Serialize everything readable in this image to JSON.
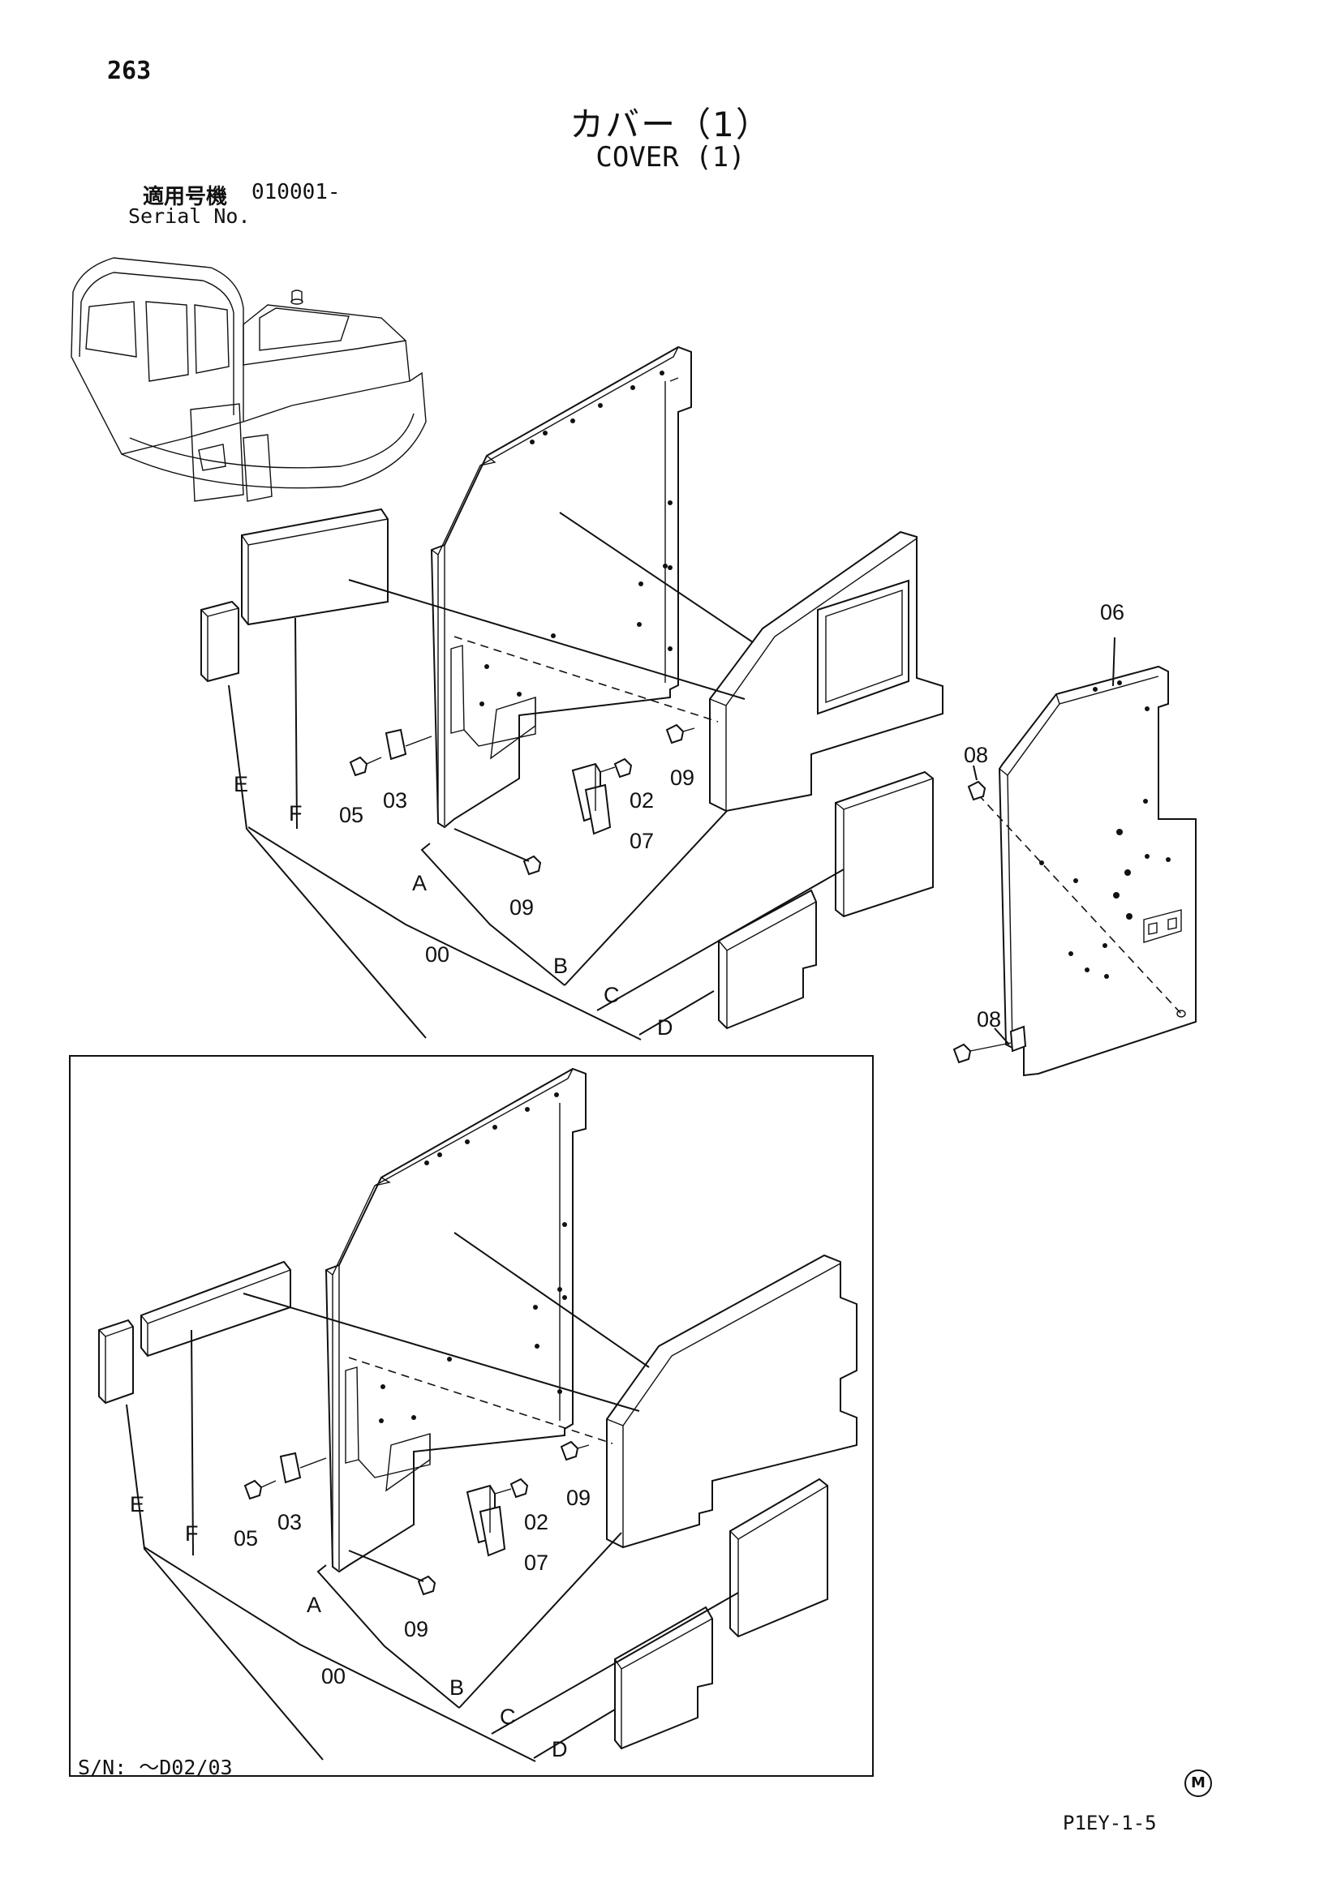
{
  "header": {
    "page_number": "263",
    "title_ja": "カバー（1）",
    "title_en": "COVER (1)",
    "serial_label_ja": "適用号機",
    "serial_value": "010001-",
    "serial_label_en": "Serial No."
  },
  "diagram_top": {
    "labels": {
      "e": "E",
      "f": "F",
      "a": "A",
      "b": "B",
      "c": "C",
      "d": "D",
      "p00": "00",
      "p02": "02",
      "p03": "03",
      "p05": "05",
      "p06": "06",
      "p07": "07",
      "p08a": "08",
      "p08b": "08",
      "p09a": "09",
      "p09b": "09"
    }
  },
  "diagram_bottom": {
    "labels": {
      "e": "E",
      "f": "F",
      "a": "A",
      "b": "B",
      "c": "C",
      "d": "D",
      "p00": "00",
      "p02": "02",
      "p03": "03",
      "p05": "05",
      "p07": "07",
      "p09a": "09",
      "p09b": "09"
    },
    "sn_note": "S/N:  ～D02/03"
  },
  "footer": {
    "m_mark": "M",
    "drawing_code": "P1EY-1-5"
  }
}
